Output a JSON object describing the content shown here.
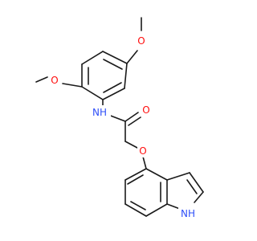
{
  "molecule": {
    "atoms": {
      "o_methoxy_top": {
        "label": "O",
        "element": "O"
      },
      "o_methoxy_left": {
        "label": "O",
        "element": "O"
      },
      "n_amide": {
        "label": "NH",
        "element": "N"
      },
      "o_carbonyl": {
        "label": "O",
        "element": "O"
      },
      "o_ether": {
        "label": "O",
        "element": "O"
      },
      "n_indole": {
        "label": "NH",
        "element": "N"
      }
    }
  },
  "colors": {
    "bond": "#1a1a1a",
    "oxygen": "#ff0d0d",
    "nitrogen": "#3050f8",
    "background": "#ffffff"
  }
}
